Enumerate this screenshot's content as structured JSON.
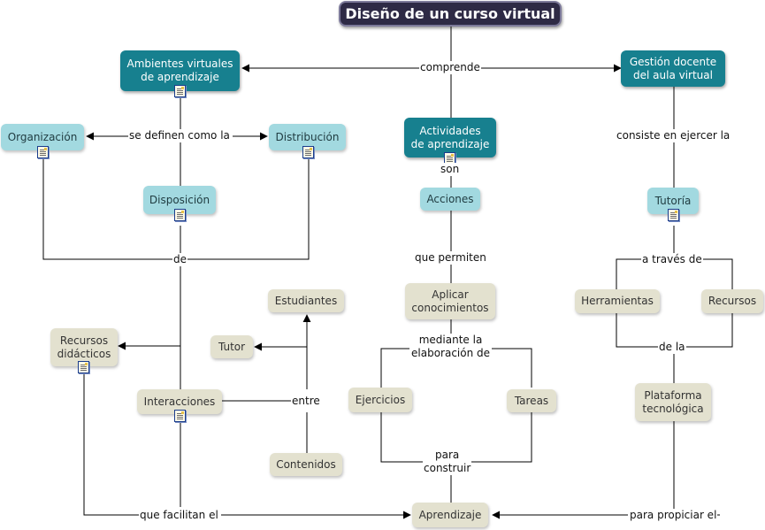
{
  "title": "Diseño de un curso virtual",
  "nodes": {
    "ambientes": "Ambientes virtuales\nde aprendizaje",
    "gestion": "Gestión docente\ndel aula virtual",
    "organizacion": "Organización",
    "distribucion": "Distribución",
    "actividades": "Actividades\nde aprendizaje",
    "disposicion": "Disposición",
    "acciones": "Acciones",
    "tutoria": "Tutoría",
    "estudiantes": "Estudiantes",
    "aplicar": "Aplicar\nconocimientos",
    "herramientas": "Herramientas",
    "recursos": "Recursos",
    "recursos_didacticos": "Recursos\ndidácticos",
    "tutor": "Tutor",
    "interacciones": "Interacciones",
    "ejercicios": "Ejercicios",
    "tareas": "Tareas",
    "plataforma": "Plataforma\ntecnológica",
    "contenidos": "Contenidos",
    "aprendizaje": "Aprendizaje"
  },
  "links": {
    "comprende": "comprende",
    "definen": "se definen como la",
    "consiste": "consiste en ejercer la",
    "son": "son",
    "de": "de",
    "permiten": "que permiten",
    "traves": "a través de",
    "mediante": "mediante la\nelaboración de",
    "dela": "de la",
    "entre": "entre",
    "para_construir": "para\nconstruir",
    "facilitan": "que facilitan el",
    "propiciar": "para propiciar el"
  },
  "colors": {
    "dark_node": "#17808f",
    "light_node": "#a2d9e0",
    "beige_node": "#e3e1cf",
    "title_node": "#2e2a45",
    "document_icon_border": "#1a3c8c"
  },
  "icons": [
    "document-icon"
  ]
}
